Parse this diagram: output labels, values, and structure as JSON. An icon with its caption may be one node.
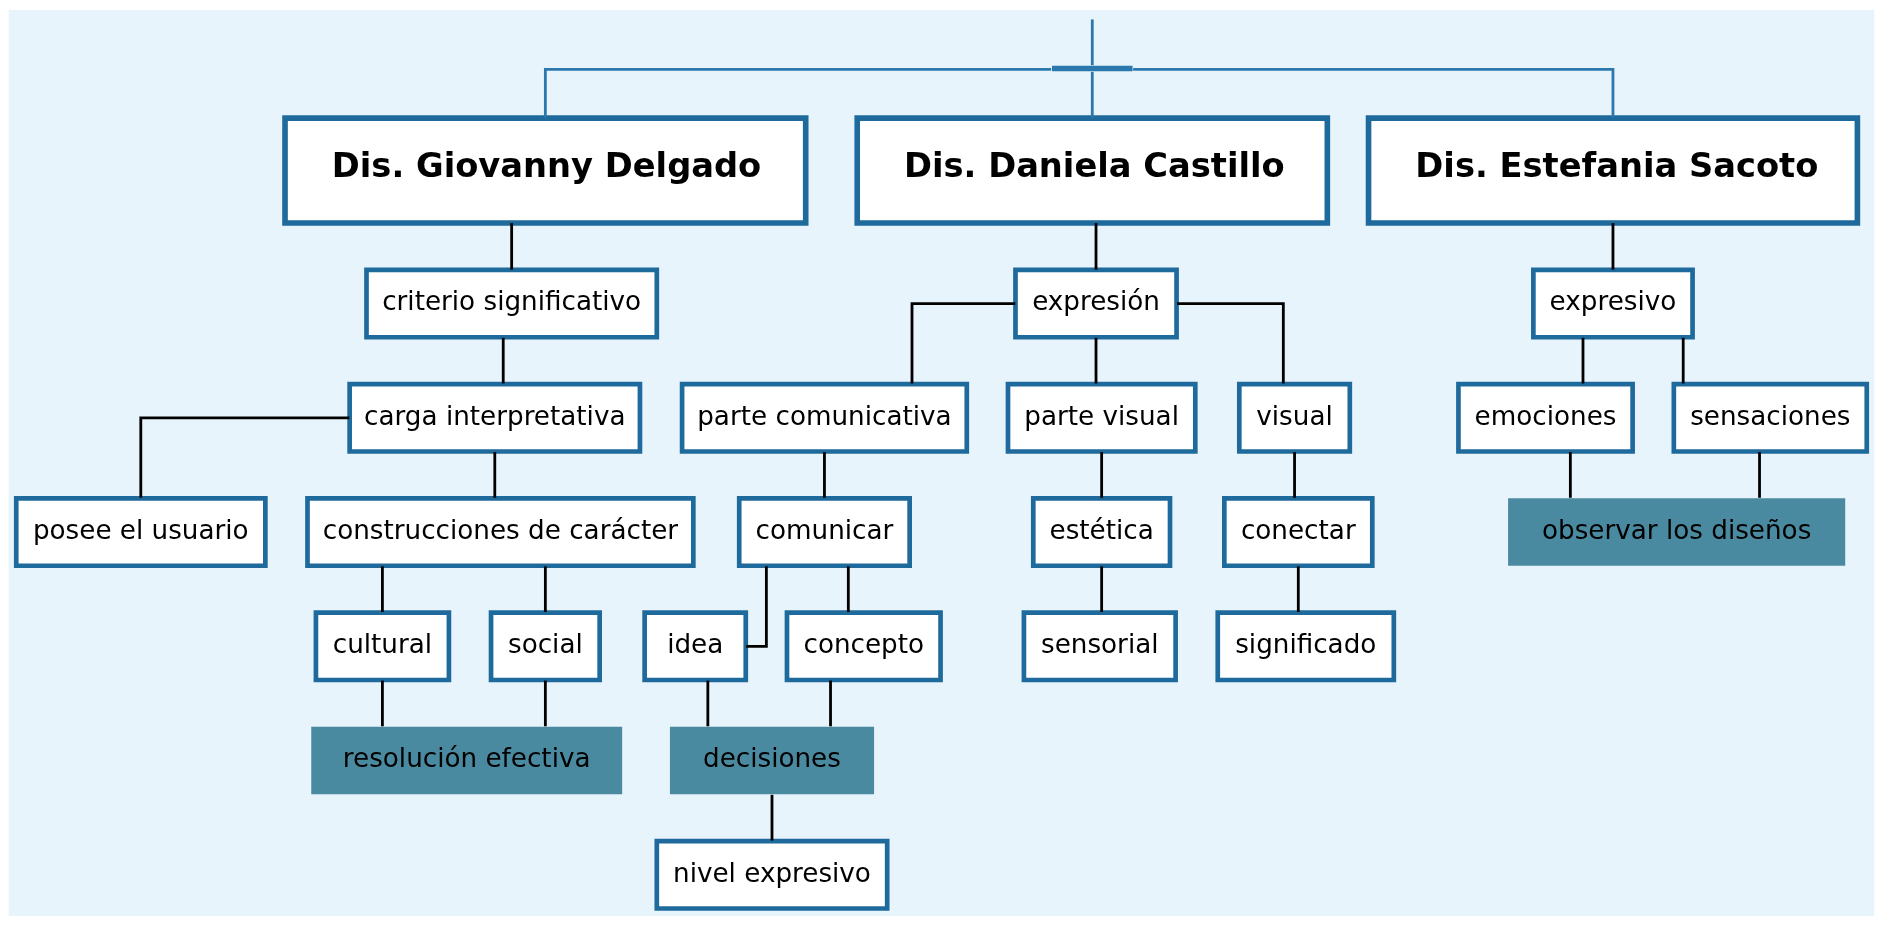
{
  "diagram": {
    "nodes": [
      {
        "text": [
          "Dis. Giovanny Delgado"
        ]
      },
      {
        "text": [
          "criterio significativo"
        ]
      },
      {
        "text": [
          "carga interpretativa"
        ]
      },
      {
        "text": [
          "posee el usuario"
        ]
      },
      {
        "text": [
          "construcciones de carácter"
        ]
      },
      {
        "text": [
          "cultural"
        ]
      },
      {
        "text": [
          "social"
        ]
      },
      {
        "text": [
          "resolución efectiva"
        ]
      },
      {
        "text": [
          "Dis. Daniela Castillo"
        ]
      },
      {
        "text": [
          "expresión"
        ]
      },
      {
        "text": [
          "parte comunicativa"
        ]
      },
      {
        "text": [
          "parte visual"
        ]
      },
      {
        "text": [
          "visual"
        ]
      },
      {
        "text": [
          "comunicar"
        ]
      },
      {
        "text": [
          "idea"
        ]
      },
      {
        "text": [
          "concepto"
        ]
      },
      {
        "text": [
          "decisiones"
        ]
      },
      {
        "text": [
          "nivel expresivo"
        ]
      },
      {
        "text": [
          "estética"
        ]
      },
      {
        "text": [
          "sensorial"
        ]
      },
      {
        "text": [
          "conectar"
        ]
      },
      {
        "text": [
          "significado"
        ]
      },
      {
        "text": [
          "Dis. Estefania Sacoto"
        ]
      },
      {
        "text": [
          "expresivo"
        ]
      },
      {
        "text": [
          "emociones"
        ]
      },
      {
        "text": [
          "sensaciones"
        ]
      },
      {
        "text": [
          "observar los diseños"
        ]
      },
      {
        "text": [],
        "shape": "bar"
      }
    ],
    "edges": [
      {
        "from": null,
        "to": 27,
        "arrow": "none",
        "color": "#2a78ad"
      },
      {
        "from": 27,
        "to": 0,
        "arrow": "none",
        "color": "#2a78ad"
      },
      {
        "from": 27,
        "to": 8,
        "arrow": "none",
        "color": "#2a78ad"
      },
      {
        "from": 27,
        "to": 22,
        "arrow": "none",
        "color": "#2a78ad"
      },
      {
        "from": 0,
        "to": 1,
        "arrow": "none"
      },
      {
        "from": 1,
        "to": 2,
        "arrow": "none"
      },
      {
        "from": 2,
        "to": 3,
        "arrow": "none"
      },
      {
        "from": 2,
        "to": 4,
        "arrow": "none"
      },
      {
        "from": 4,
        "to": 5,
        "arrow": "none"
      },
      {
        "from": 4,
        "to": 6,
        "arrow": "none"
      },
      {
        "from": 5,
        "to": 7,
        "arrow": "none"
      },
      {
        "from": 6,
        "to": 7,
        "arrow": "none"
      },
      {
        "from": 8,
        "to": 9,
        "arrow": "none"
      },
      {
        "from": 9,
        "to": 10,
        "arrow": "none"
      },
      {
        "from": 9,
        "to": 11,
        "arrow": "none"
      },
      {
        "from": 9,
        "to": 12,
        "arrow": "none"
      },
      {
        "from": 10,
        "to": 13,
        "arrow": "none"
      },
      {
        "from": 13,
        "to": 14,
        "arrow": "none"
      },
      {
        "from": 13,
        "to": 15,
        "arrow": "none"
      },
      {
        "from": 14,
        "to": 16,
        "arrow": "none"
      },
      {
        "from": 15,
        "to": 16,
        "arrow": "none"
      },
      {
        "from": 16,
        "to": 17,
        "arrow": "none"
      },
      {
        "from": 11,
        "to": 18,
        "arrow": "none"
      },
      {
        "from": 18,
        "to": 19,
        "arrow": "none"
      },
      {
        "from": 12,
        "to": 20,
        "arrow": "none"
      },
      {
        "from": 20,
        "to": 21,
        "arrow": "none"
      },
      {
        "from": 22,
        "to": 23,
        "arrow": "none"
      },
      {
        "from": 23,
        "to": 24,
        "arrow": "none"
      },
      {
        "from": 23,
        "to": 25,
        "arrow": "none"
      },
      {
        "from": 24,
        "to": 26,
        "arrow": "none"
      },
      {
        "from": 25,
        "to": 26,
        "arrow": "none"
      }
    ]
  }
}
